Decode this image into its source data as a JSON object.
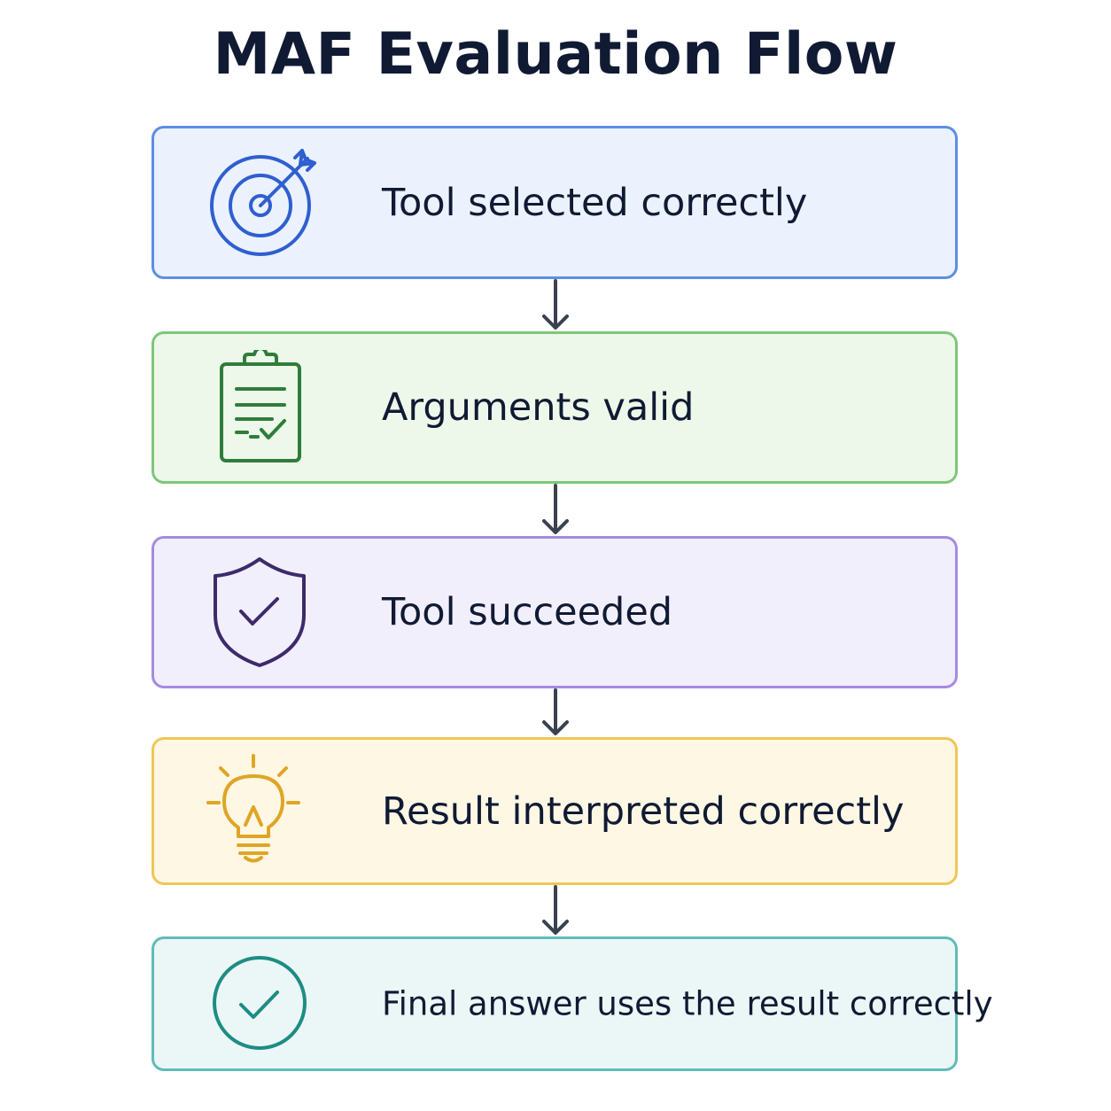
{
  "title": "MAF Evaluation Flow",
  "steps": [
    {
      "label": "Tool selected correctly",
      "icon": "target-icon",
      "color": "#2f5fd0",
      "fill": "#ebf2fd",
      "border": "#5c8ee6"
    },
    {
      "label": "Arguments valid",
      "icon": "clipboard-check-icon",
      "color": "#2e7d3a",
      "fill": "#edf8ea",
      "border": "#7ec67a"
    },
    {
      "label": "Tool succeeded",
      "icon": "shield-check-icon",
      "color": "#3d2a6b",
      "fill": "#f2effc",
      "border": "#a58be0"
    },
    {
      "label": "Result interpreted correctly",
      "icon": "lightbulb-icon",
      "color": "#e0a526",
      "fill": "#fdf7e4",
      "border": "#efc657"
    },
    {
      "label": "Final answer uses the result correctly",
      "icon": "check-circle-icon",
      "color": "#1e8c84",
      "fill": "#ebf7f6",
      "border": "#5fbcb8"
    }
  ],
  "arrow_color": "#3a4150"
}
